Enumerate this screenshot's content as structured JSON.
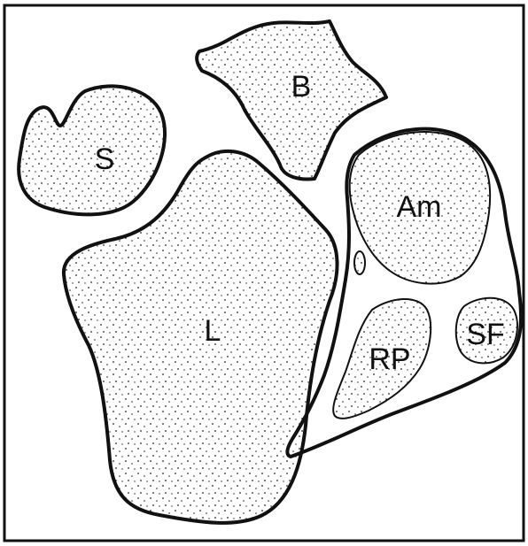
{
  "labels": {
    "s": "S",
    "b": "B",
    "l": "L",
    "am": "Am",
    "rp": "RP",
    "sf": "SF"
  },
  "colors": {
    "ink": "#111111",
    "paper": "#ffffff"
  }
}
